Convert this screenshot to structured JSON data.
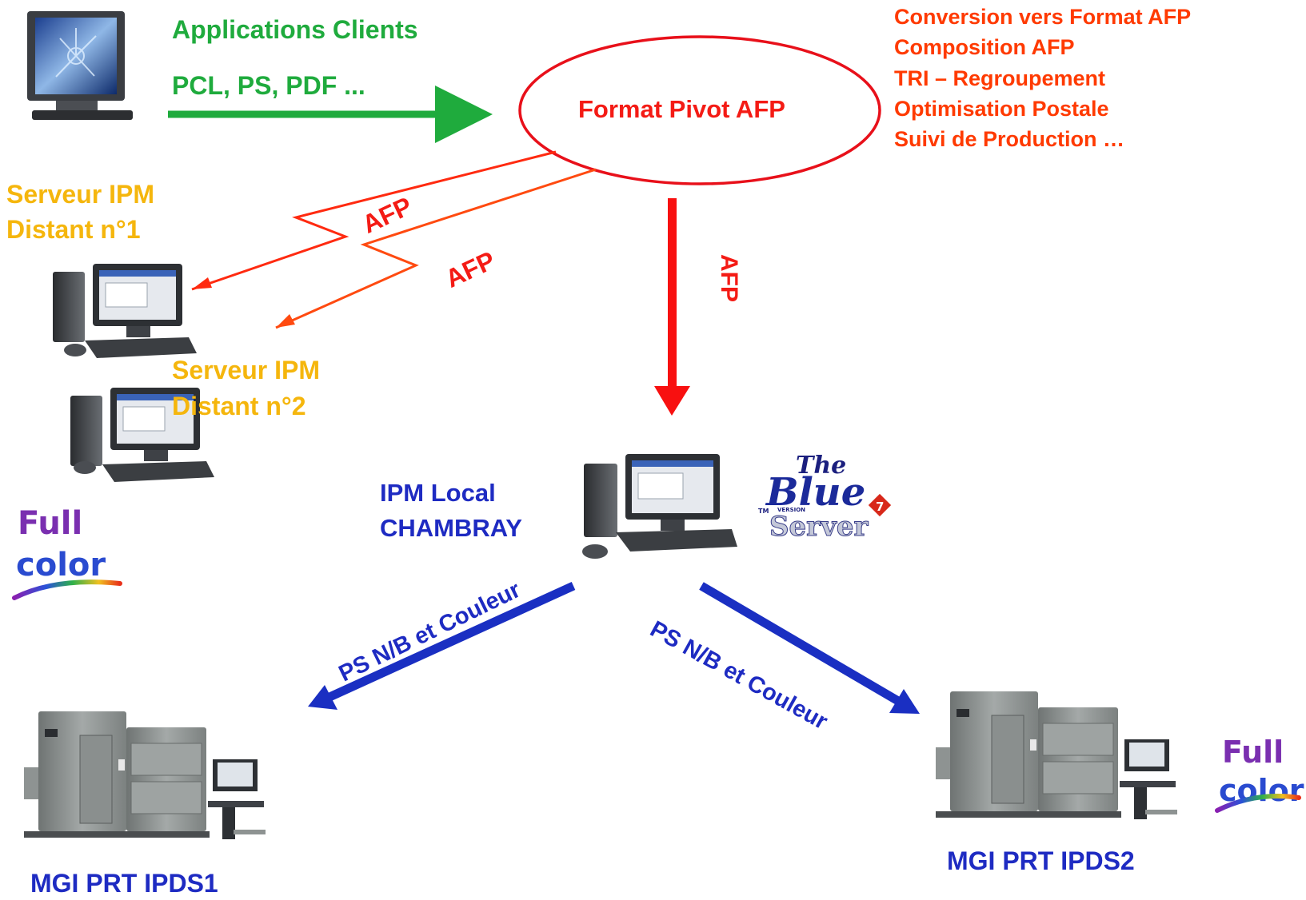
{
  "clients": {
    "title": "Applications Clients",
    "formats": "PCL, PS, PDF ..."
  },
  "pivot": {
    "label": "Format Pivot AFP"
  },
  "features": [
    "Conversion vers  Format AFP",
    "Composition AFP",
    "TRI – Regroupement",
    "Optimisation Postale",
    "Suivi de Production …"
  ],
  "remote1": {
    "line1": "Serveur IPM",
    "line2": "Distant n°1"
  },
  "remote2": {
    "line1": "Serveur IPM",
    "line2": "Distant n°2"
  },
  "links": {
    "afp_remote1": "AFP",
    "afp_remote2": "AFP",
    "afp_local": "AFP",
    "ps_left": "PS N/B et Couleur",
    "ps_right": "PS N/B et Couleur"
  },
  "local": {
    "line1": "IPM Local",
    "line2": "CHAMBRAY"
  },
  "logo_blue_server": {
    "the": "The",
    "blue": "Blue",
    "server": "Server",
    "version": "VERSION",
    "number": "7",
    "tm": "TM"
  },
  "logo_full_color": {
    "line1": "Full",
    "line2": "color"
  },
  "printer1": {
    "label": "MGI  PRT IPDS1"
  },
  "printer2": {
    "label": "MGI  PRT IPDS2"
  },
  "colors": {
    "green": "#1fab3d",
    "red": "#f41b15",
    "orange": "#ff3a00",
    "yellow": "#f5b60d",
    "blue": "#1e2bc2"
  }
}
